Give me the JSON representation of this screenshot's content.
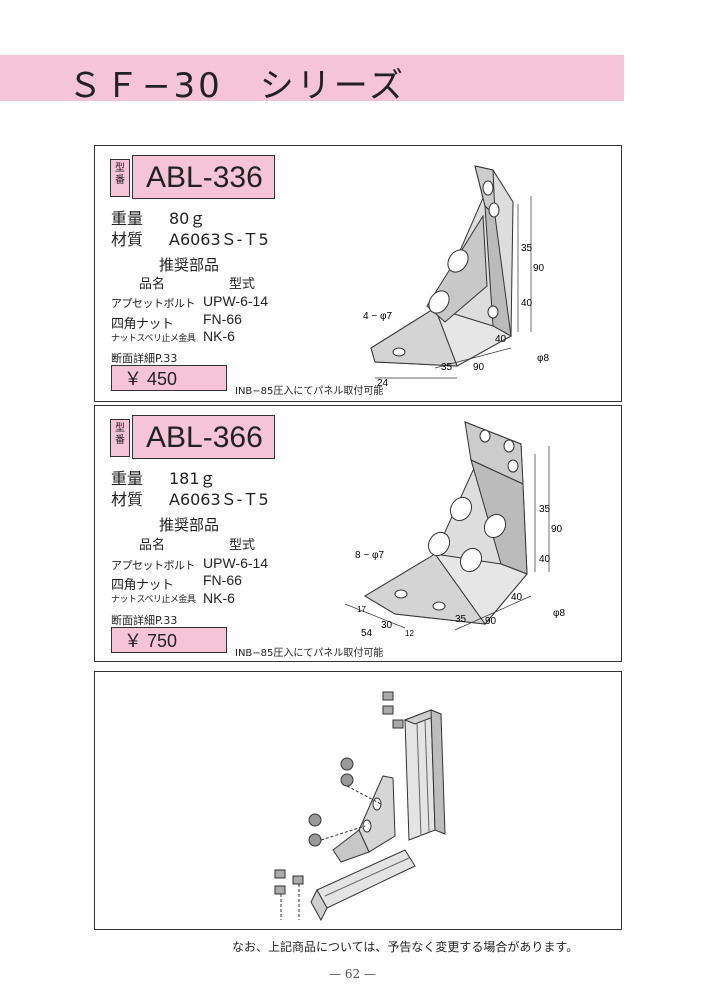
{
  "header": {
    "title": "ＳＦ−30　シリーズ"
  },
  "products": [
    {
      "tag": "型\n番",
      "model": "ABL-336",
      "weight_label": "重量",
      "weight": "80ｇ",
      "material_label": "材質",
      "material": "A6063Ｓ-Ｔ5",
      "recommended_title": "推奨部品",
      "col_name": "品名",
      "col_type": "型式",
      "parts": [
        {
          "name": "アプセットボルト",
          "type": "UPW-6-14"
        },
        {
          "name": "四角ナット",
          "type": "FN-66"
        },
        {
          "name": "ナットスベリ止メ金具",
          "type": "NK-6"
        }
      ],
      "section_ref": "断面詳細P.33",
      "price": "￥ 450",
      "mount_note": "INB−85圧入にてパネル取付可能",
      "dims": {
        "holes": "4 − φ7",
        "h35": "35",
        "h90": "90",
        "h40": "40",
        "w24": "24",
        "w35": "35",
        "w90": "90",
        "d40": "40",
        "phi8": "φ8"
      }
    },
    {
      "tag": "型\n番",
      "model": "ABL-366",
      "weight_label": "重量",
      "weight": "181ｇ",
      "material_label": "材質",
      "material": "A6063Ｓ-Ｔ5",
      "recommended_title": "推奨部品",
      "col_name": "品名",
      "col_type": "型式",
      "parts": [
        {
          "name": "アプセットボルト",
          "type": "UPW-6-14"
        },
        {
          "name": "四角ナット",
          "type": "FN-66"
        },
        {
          "name": "ナットスベリ止メ金具",
          "type": "NK-6"
        }
      ],
      "section_ref": "断面詳細P.33",
      "price": "￥ 750",
      "mount_note": "INB−85圧入にてパネル取付可能",
      "dims": {
        "holes": "8 − φ7",
        "h35": "35",
        "h90": "90",
        "h40": "40",
        "w17": "17",
        "w30": "30",
        "w54": "54",
        "w12": "12",
        "w35": "35",
        "w90": "90",
        "d40": "40",
        "phi8": "φ8"
      }
    }
  ],
  "footer": {
    "note": "なお、上記商品については、予告なく変更する場合があります。",
    "page": "— 62 —"
  }
}
